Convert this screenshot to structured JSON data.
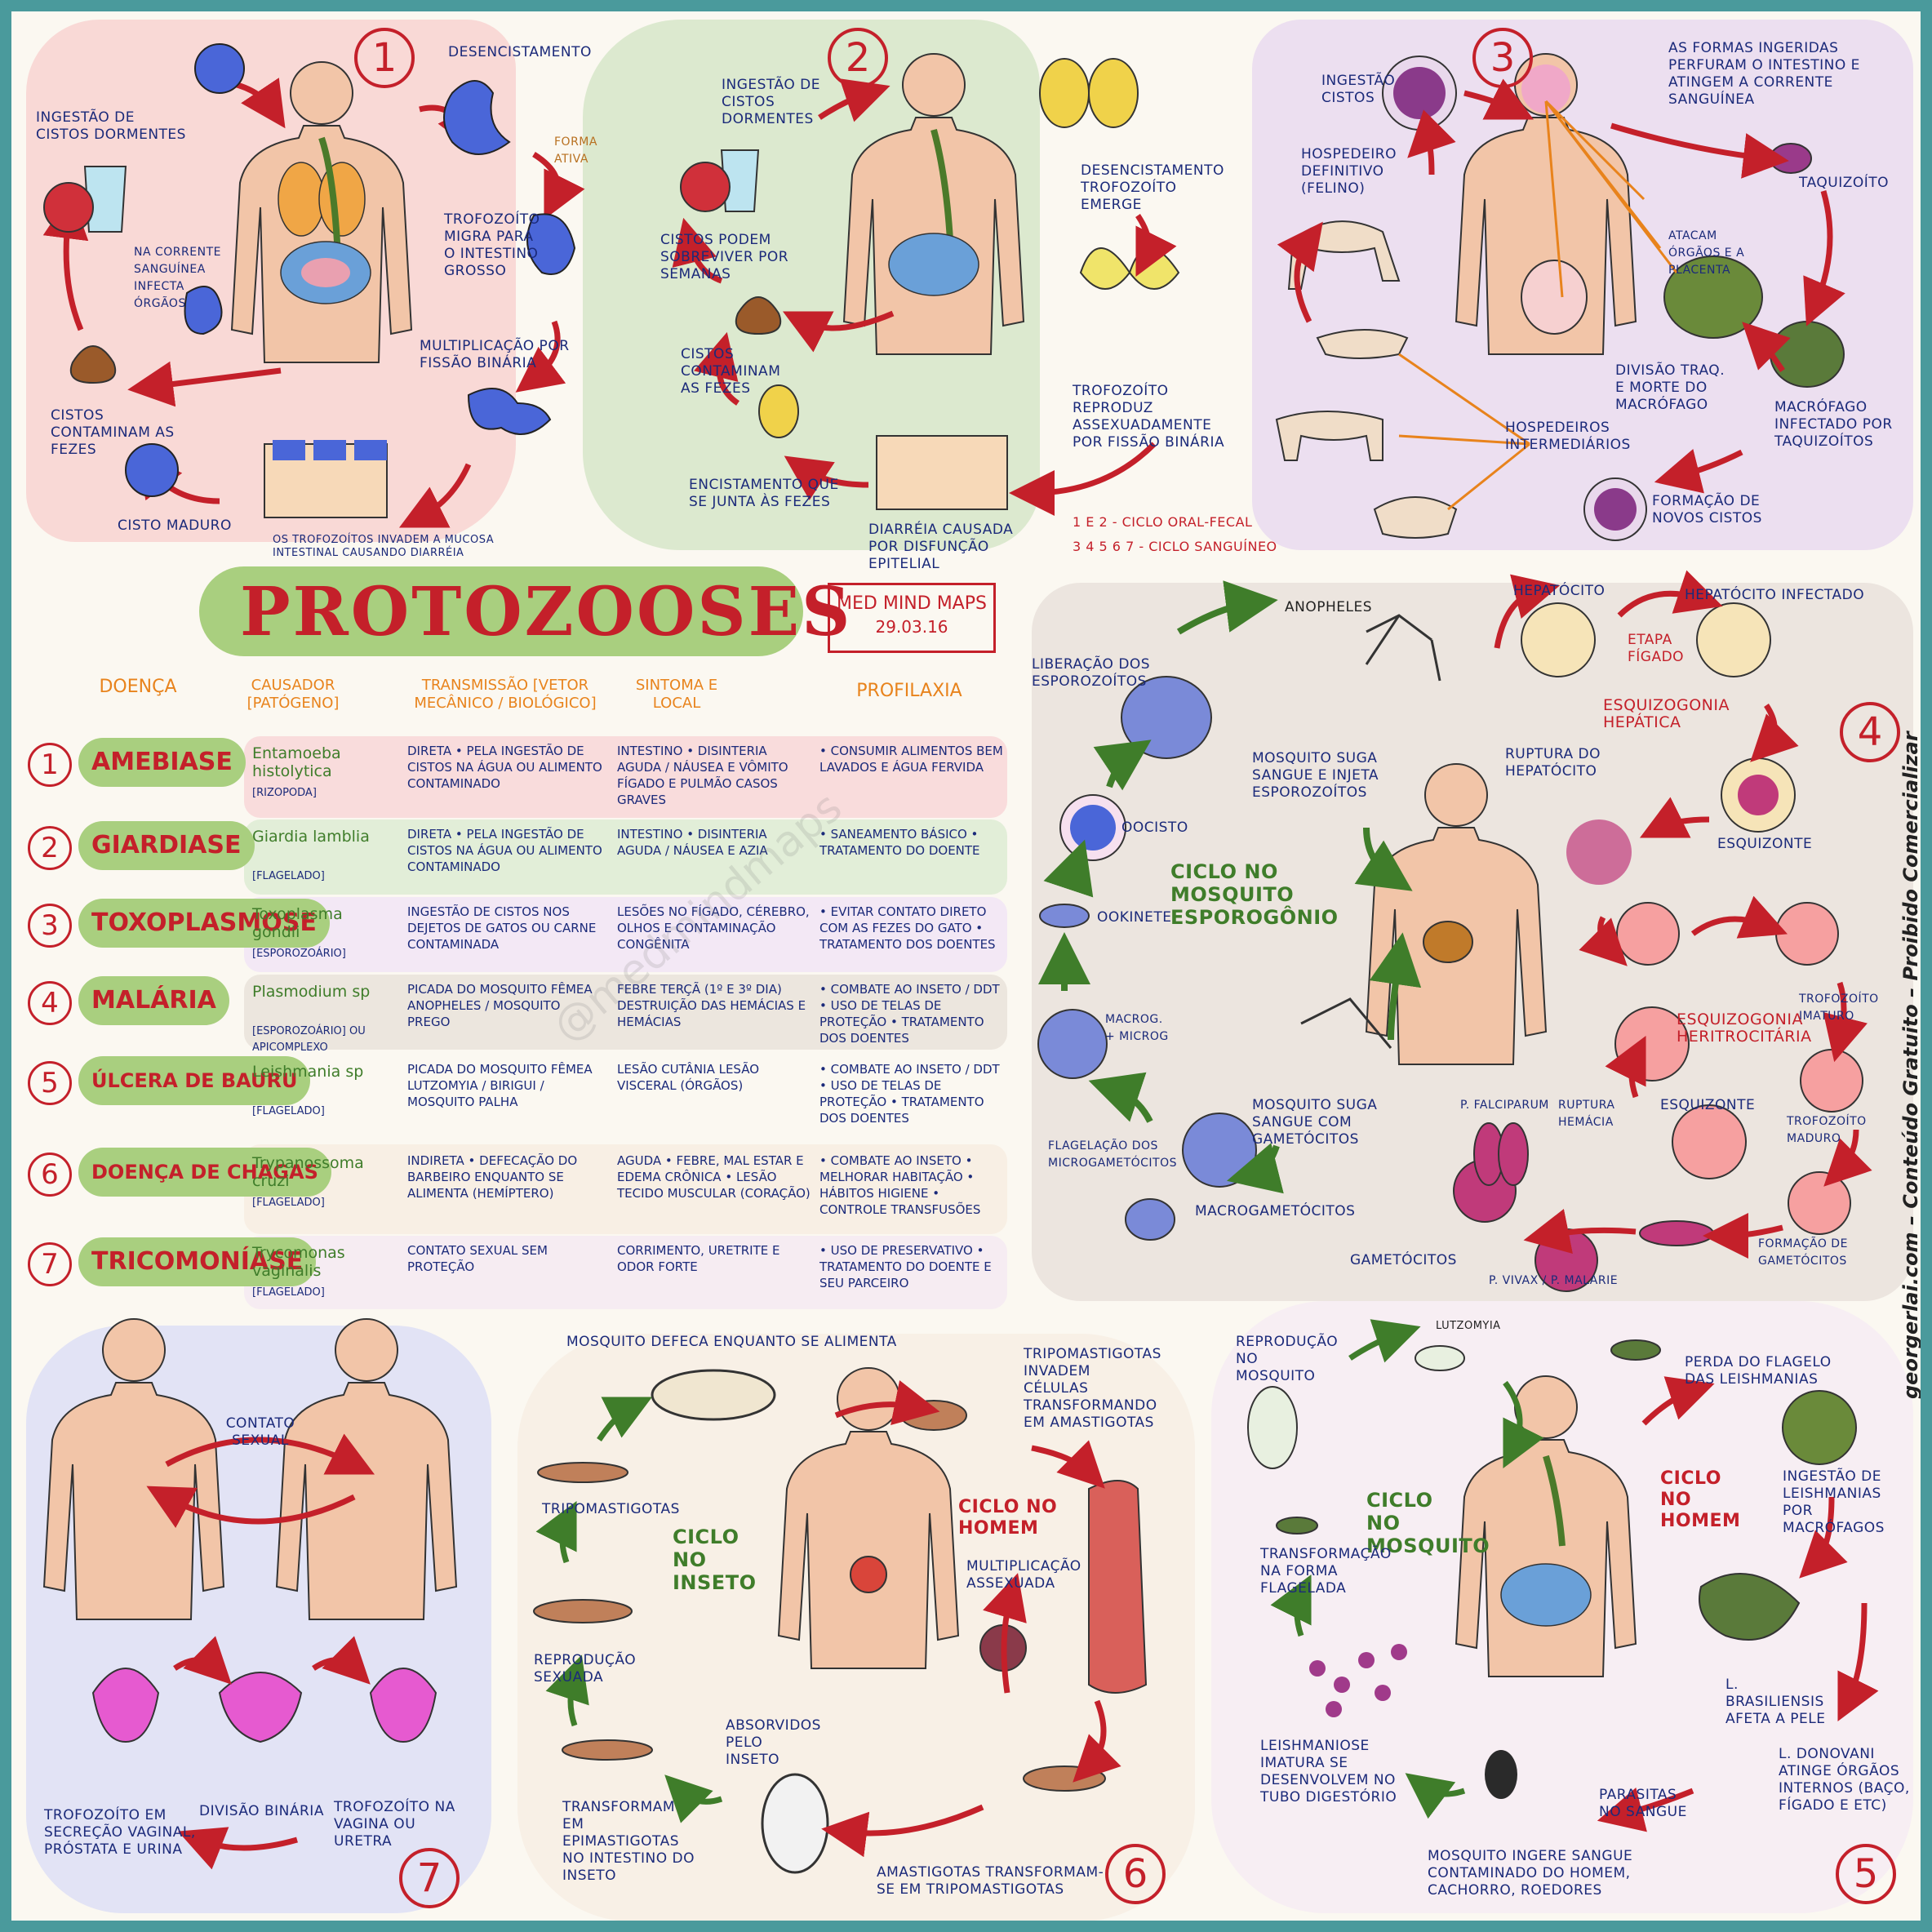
{
  "title": "PROTOZOOSES",
  "stamp": {
    "brand": "MED MIND MAPS",
    "date": "29.03.16"
  },
  "side_text": "georgerlai.com – Conteúdo Gratuito – Proibido Comercializar",
  "watermark": "@medmindmaps",
  "cycle_legend": {
    "a": "1 e 2 - Ciclo oral-fecal",
    "b": "3 4 5 6 7 - Ciclo sanguíneo"
  },
  "panel1": {
    "number": "1",
    "labels": [
      "Desencistamento",
      "Forma ativa",
      "Ingestão de cistos dormentes",
      "Trofozoíto migra para o intestino grosso",
      "Na corrente sanguínea infecta órgãos",
      "Multiplicação por fissão binária",
      "Cistos contaminam as fezes",
      "Cisto maduro",
      "Os trofozoítos invadem a mucosa intestinal causando diarréia"
    ]
  },
  "panel2": {
    "number": "2",
    "labels": [
      "Ingestão de cistos dormentes",
      "Desencistamento trofozoíto emerge",
      "Cistos podem sobreviver por semanas",
      "Cistos contaminam as fezes",
      "Trofozoíto reproduz assexuadamente por fissão binária",
      "Encistamento que se junta às fezes",
      "Diarréia causada por disfunção epitelial"
    ]
  },
  "panel3": {
    "number": "3",
    "labels": [
      "Ingestão cistos",
      "As formas ingeridas perfuram o intestino e atingem a corrente sanguínea",
      "Hospedeiro definitivo (felino)",
      "Taquizoíto",
      "Atacam órgãos e a placenta",
      "Divisão traq. e morte do macrófago",
      "Macrófago infectado por taquizoítos",
      "Hospedeiros intermediários",
      "Formação de novos cistos"
    ]
  },
  "panel4": {
    "number": "4",
    "labels": [
      "Anopheles",
      "Hepatócito",
      "Hepatócito infectado",
      "Liberação dos esporozoítos",
      "Etapa fígado",
      "Esquizogonia hepática",
      "Mosquito suga sangue e injeta esporozoítos",
      "Ruptura do hepatócito",
      "Oocisto",
      "Ciclo no mosquito esporogônio",
      "Esquizonte",
      "Ookinete",
      "Trofozoíto imaturo",
      "Macrog. + Microg",
      "Esquizogonia heritrocitária",
      "Mosquito suga sangue com gametócitos",
      "P. falciparum",
      "Ruptura hemácia",
      "Esquizonte",
      "Trofozoíto maduro",
      "Flagelação dos microgametócitos",
      "Macrogametócitos",
      "Gametócitos",
      "P. vivax / P. malarie",
      "Formação de gametócitos"
    ]
  },
  "panel5": {
    "number": "5",
    "labels": [
      "Reprodução no mosquito",
      "Lutzomyia",
      "Perda do flagelo das leishmanias",
      "Ciclo no mosquito",
      "Ciclo no homem",
      "Ingestão de leishmanias por macrófagos",
      "Transformação na forma flagelada",
      "L. brasiliensis afeta a pele",
      "Leishmaniose imatura se desenvolvem no tubo digestório",
      "L. donovani atinge órgãos internos (baço, fígado e etc)",
      "Parasitas no sangue",
      "Mosquito ingere sangue contaminado do homem, cachorro, roedores"
    ]
  },
  "panel6": {
    "number": "6",
    "labels": [
      "Mosquito defeca enquanto se alimenta",
      "Tripomastigotas invadem células transformando em amastigotas",
      "Tripomastigotas",
      "Ciclo no inseto",
      "Ciclo no homem",
      "Multiplicação assexuada",
      "Reprodução sexuada",
      "Absorvidos pelo inseto",
      "Transformam em epimastigotas no intestino do inseto",
      "Amastigotas transformam-se em tripomastigotas"
    ]
  },
  "panel7": {
    "number": "7",
    "labels": [
      "Contato sexual",
      "Trofozoíto em secreção vaginal, próstata e urina",
      "Divisão binária",
      "Trofozoíto na vagina ou uretra"
    ]
  },
  "table": {
    "headers": [
      "Doença",
      "Causador [patógeno]",
      "Transmissão [vetor mecânico / biológico]",
      "Sintoma e local",
      "Profilaxia"
    ],
    "rows": [
      {
        "n": "1",
        "disease": "Amebiase",
        "agent": "Entamoeba histolytica",
        "group": "[Rizopoda]",
        "transmission": "Direta • pela ingestão de cistos na água ou alimento contaminado",
        "symptom": "Intestino • disinteria aguda / náusea e vômito fígado e pulmão casos graves",
        "prophylaxis": "• Consumir alimentos bem lavados e água fervida"
      },
      {
        "n": "2",
        "disease": "Giardiase",
        "agent": "Giardia lamblia",
        "group": "[Flagelado]",
        "transmission": "Direta • pela ingestão de cistos na água ou alimento contaminado",
        "symptom": "Intestino • disinteria aguda / náusea e azia",
        "prophylaxis": "• Saneamento básico • tratamento do doente"
      },
      {
        "n": "3",
        "disease": "Toxoplasmose",
        "agent": "Toxoplasma gondii",
        "group": "[Esporozoário]",
        "transmission": "Ingestão de cistos nos dejetos de gatos ou carne contaminada",
        "symptom": "Lesões no fígado, cérebro, olhos e contaminação congênita",
        "prophylaxis": "• Evitar contato direto com as fezes do gato • tratamento dos doentes"
      },
      {
        "n": "4",
        "disease": "Malária",
        "agent": "Plasmodium sp",
        "group": "[Esporozoário] ou apicomplexo",
        "transmission": "Picada do mosquito fêmea Anopheles / mosquito prego",
        "symptom": "Febre terçã (1º e 3º dia) destruição das hemácias e hemácias",
        "prophylaxis": "• Combate ao inseto / DDT • uso de telas de proteção • tratamento dos doentes"
      },
      {
        "n": "5",
        "disease": "Úlcera de Bauru",
        "agent": "Leishmania sp",
        "group": "[Flagelado]",
        "transmission": "Picada do mosquito fêmea Lutzomyia / birigui / mosquito palha",
        "symptom": "Lesão cutânia lesão visceral (órgãos)",
        "prophylaxis": "• Combate ao inseto / DDT • uso de telas de proteção • tratamento dos doentes"
      },
      {
        "n": "6",
        "disease": "Doença de Chagas",
        "agent": "Trypanossoma cruzi",
        "group": "[Flagelado]",
        "transmission": "Indireta • defecação do barbeiro enquanto se alimenta (hemíptero)",
        "symptom": "Aguda • febre, mal estar e edema crônica • lesão tecido muscular (coração)",
        "prophylaxis": "• Combate ao inseto • melhorar habitação • hábitos higiene • controle transfusões"
      },
      {
        "n": "7",
        "disease": "Tricomoníase",
        "agent": "Trycomonas vaginalis",
        "group": "[Flagelado]",
        "transmission": "Contato sexual sem proteção",
        "symptom": "Corrimento, uretrite e odor forte",
        "prophylaxis": "• Uso de preservativo • tratamento do doente e seu parceiro"
      }
    ]
  },
  "colors": {
    "red": "#c4202a",
    "navy": "#1b2a7a",
    "green": "#3f7d2a",
    "orange": "#e8831c",
    "border": "#4a9a9c",
    "skin": "#f2c5a8"
  }
}
